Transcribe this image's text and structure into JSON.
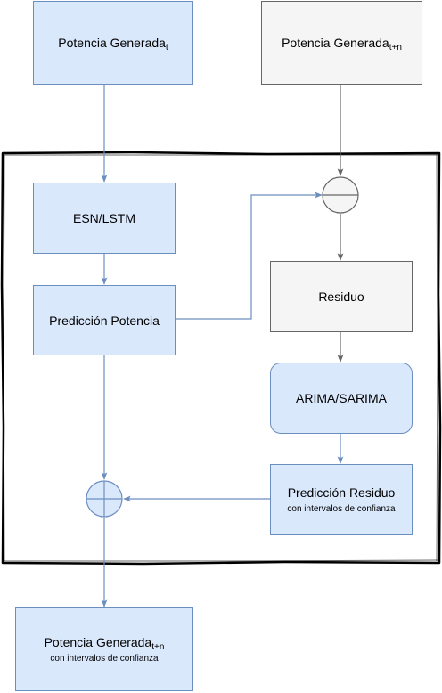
{
  "nodes": {
    "input_t": {
      "label": "Potencia Generada",
      "sub": "t"
    },
    "input_tn": {
      "label": "Potencia Generada",
      "sub": "t+n"
    },
    "esn": {
      "label": "ESN/LSTM"
    },
    "pred_potencia": {
      "label": "Predicción Potencia"
    },
    "residuo": {
      "label": "Residuo"
    },
    "arima": {
      "label": "ARIMA/SARIMA"
    },
    "pred_residuo": {
      "label": "Predicción Residuo",
      "note": "con intervalos de confianza"
    },
    "output": {
      "label": "Potencia Generada",
      "sub": "t+n",
      "note": "con intervalos de confianza"
    }
  },
  "operators": {
    "subtract": "minus",
    "add": "plus"
  },
  "colors": {
    "blue_fill": "#dae8fc",
    "blue_stroke": "#6c8ebf",
    "grey_fill": "#f5f5f5",
    "grey_stroke": "#666666"
  }
}
